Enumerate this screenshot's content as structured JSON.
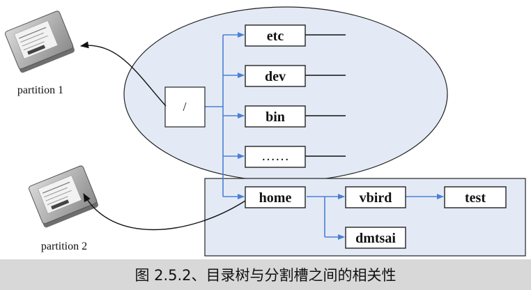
{
  "diagram": {
    "root_label": "/",
    "directories": {
      "etc": "etc",
      "dev": "dev",
      "bin": "bin",
      "more": "……",
      "home": "home",
      "vbird": "vbird",
      "test": "test",
      "dmtsai": "dmtsai"
    },
    "partitions": [
      "partition 1",
      "partition 2"
    ],
    "colors": {
      "ellipse_fill": "#e3eaf6",
      "region_fill": "#e3eaf6",
      "connector": "#4a7fd4",
      "outline": "#222222",
      "caption_bar": "#d8d8d8"
    }
  },
  "caption": "图 2.5.2、目录树与分割槽之间的相关性"
}
